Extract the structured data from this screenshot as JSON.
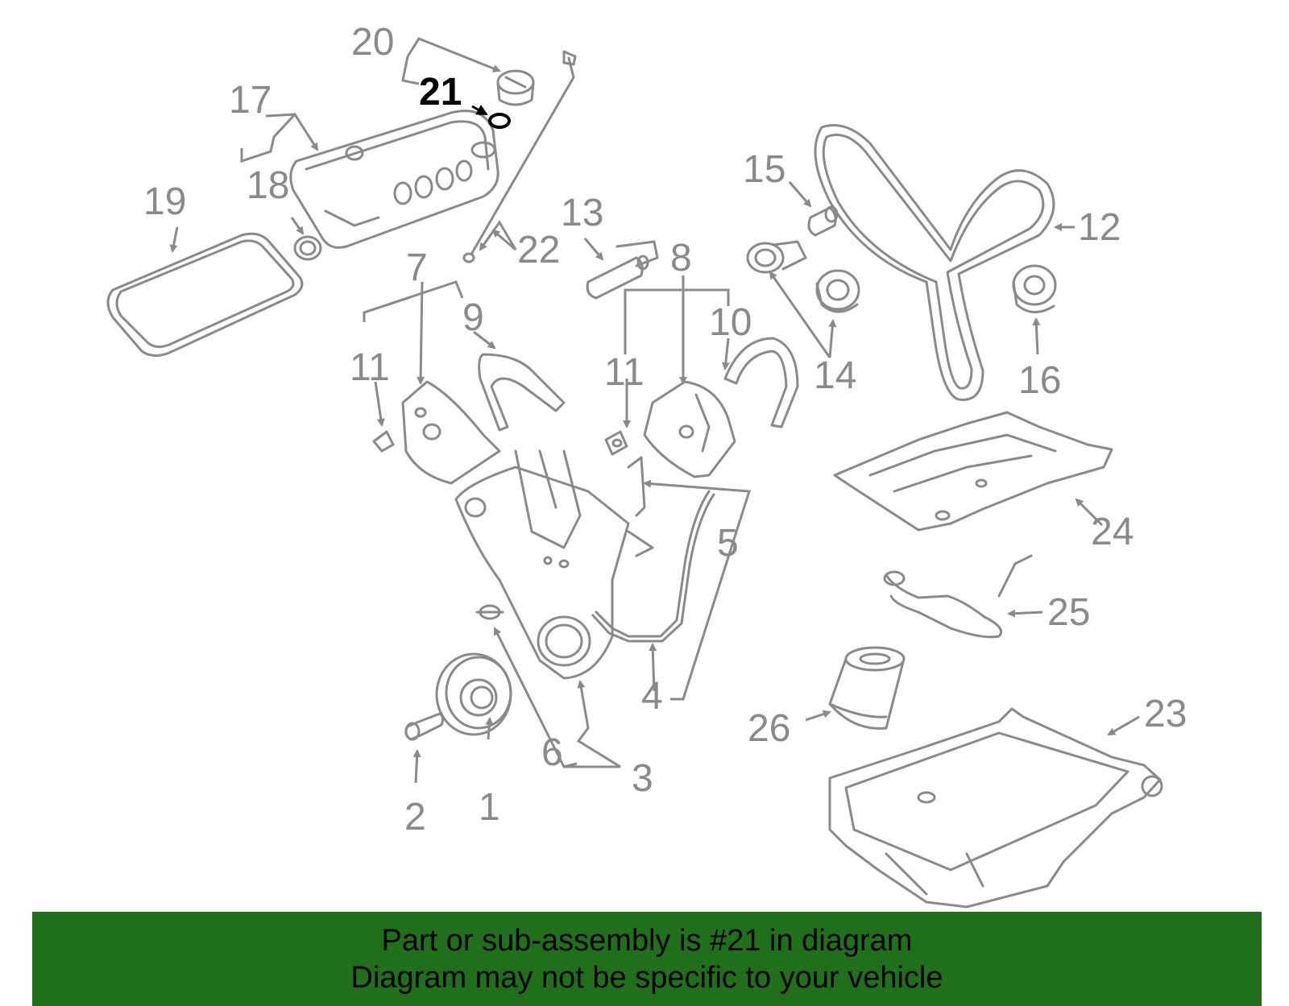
{
  "diagram": {
    "highlight_color": "#000000",
    "part_color": "#8a8a8a",
    "callouts": {
      "c1": "1",
      "c2": "2",
      "c3": "3",
      "c4": "4",
      "c5": "5",
      "c6": "6",
      "c7": "7",
      "c8": "8",
      "c9": "9",
      "c10": "10",
      "c11a": "11",
      "c11b": "11",
      "c12": "12",
      "c13": "13",
      "c14": "14",
      "c15": "15",
      "c16": "16",
      "c17": "17",
      "c18": "18",
      "c19": "19",
      "c20": "20",
      "c21": "21",
      "c22": "22",
      "c23": "23",
      "c24": "24",
      "c25": "25",
      "c26": "26"
    },
    "highlighted_part": "21"
  },
  "banner": {
    "background": "#1f6f1b",
    "line1": "Part or sub-assembly is #21 in diagram",
    "line2": "Diagram may not be specific to your vehicle"
  }
}
